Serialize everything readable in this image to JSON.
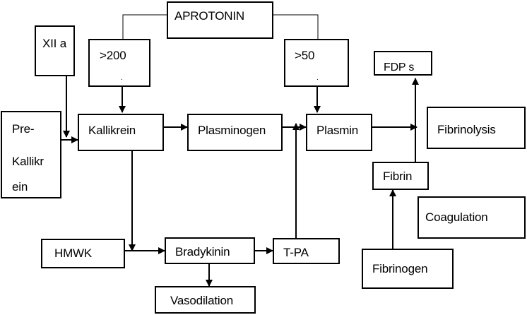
{
  "nodes": {
    "aprotonin": "APROTONIN",
    "xiia": "XII a",
    "gt200": ">200",
    "gt200_dot": ".",
    "gt50": ">50",
    "gt50_dot": ".",
    "fdps": "FDP s",
    "prekallikrein": [
      "Pre-",
      "Kallikr",
      "ein"
    ],
    "kallikrein": "Kallikrein",
    "plasminogen": "Plasminogen",
    "plasmin": "Plasmin",
    "fibrinolysis": "Fibrinolysis",
    "fibrin": "Fibrin",
    "coagulation": "Coagulation",
    "hmwk": "HMWK",
    "bradykinin": "Bradykinin",
    "tpa": "T-PA",
    "fibrinogen": "Fibrinogen",
    "vasodilation": "Vasodilation"
  }
}
